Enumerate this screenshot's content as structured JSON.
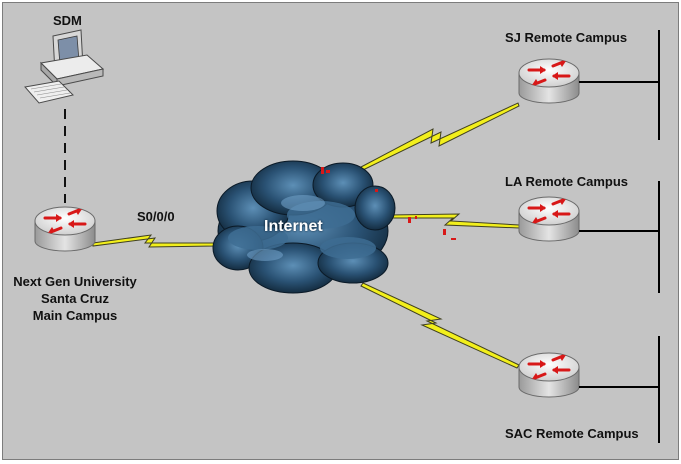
{
  "nodes": {
    "sdm": {
      "label": "SDM"
    },
    "main_router": {
      "label_lines": [
        "Next Gen University",
        "Santa Cruz",
        "Main Campus"
      ]
    },
    "internet": {
      "label": "Internet"
    },
    "sj": {
      "label": "SJ Remote Campus"
    },
    "la": {
      "label": "LA Remote Campus"
    },
    "sac": {
      "label": "SAC Remote Campus"
    }
  },
  "links": {
    "main_serial": {
      "label": "S0/0/0"
    }
  },
  "colors": {
    "background": "#c4c4c4",
    "router_body": "#e8e8e8",
    "router_arrows": "#d81818",
    "serial_link": "#f2ef1c",
    "cloud_dark": "#1c3c58",
    "lan_bus": "#000000"
  }
}
